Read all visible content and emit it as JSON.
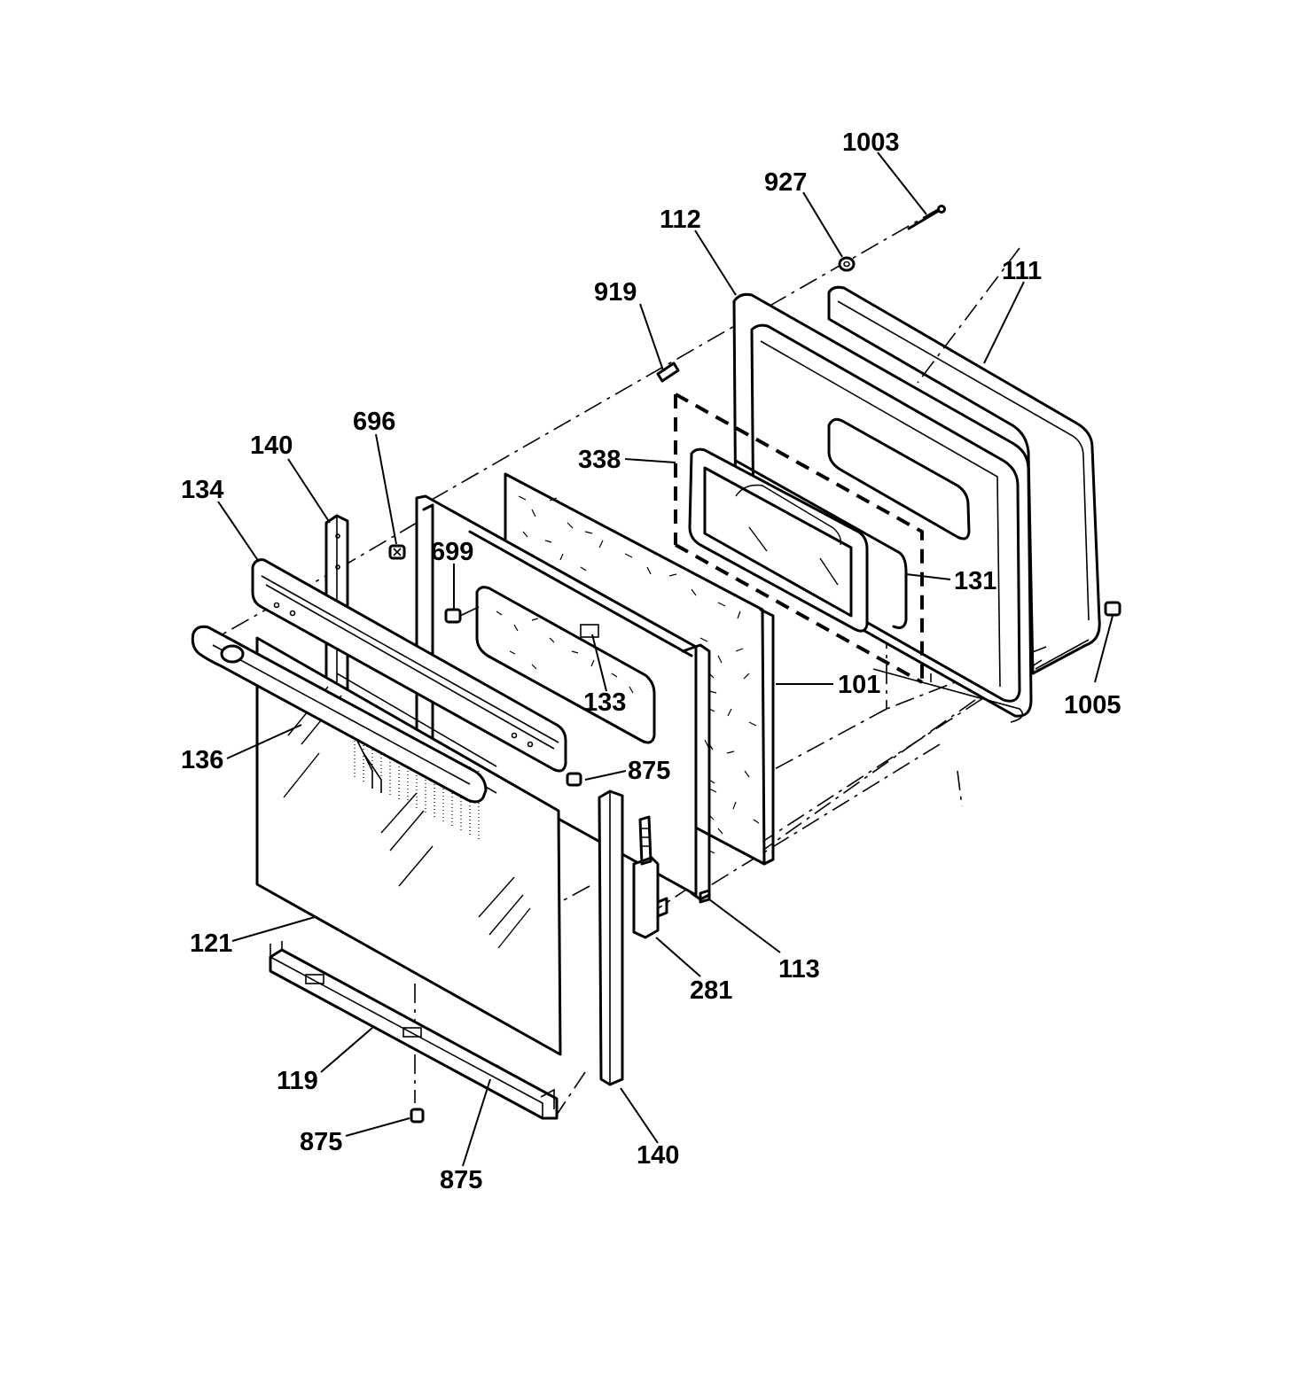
{
  "callouts": [
    {
      "id": "c1003",
      "text": "1003"
    },
    {
      "id": "c927",
      "text": "927"
    },
    {
      "id": "c112",
      "text": "112"
    },
    {
      "id": "c111",
      "text": "111"
    },
    {
      "id": "c919",
      "text": "919"
    },
    {
      "id": "c696",
      "text": "696"
    },
    {
      "id": "c140a",
      "text": "140"
    },
    {
      "id": "c134",
      "text": "134"
    },
    {
      "id": "c338",
      "text": "338"
    },
    {
      "id": "c699",
      "text": "699"
    },
    {
      "id": "c131",
      "text": "131"
    },
    {
      "id": "c133",
      "text": "133"
    },
    {
      "id": "c101",
      "text": "101"
    },
    {
      "id": "c1005",
      "text": "1005"
    },
    {
      "id": "c136",
      "text": "136"
    },
    {
      "id": "c875a",
      "text": "875"
    },
    {
      "id": "c121",
      "text": "121"
    },
    {
      "id": "c113",
      "text": "113"
    },
    {
      "id": "c281",
      "text": "281"
    },
    {
      "id": "c119",
      "text": "119"
    },
    {
      "id": "c875b",
      "text": "875"
    },
    {
      "id": "c875c",
      "text": "875"
    },
    {
      "id": "c140b",
      "text": "140"
    }
  ]
}
